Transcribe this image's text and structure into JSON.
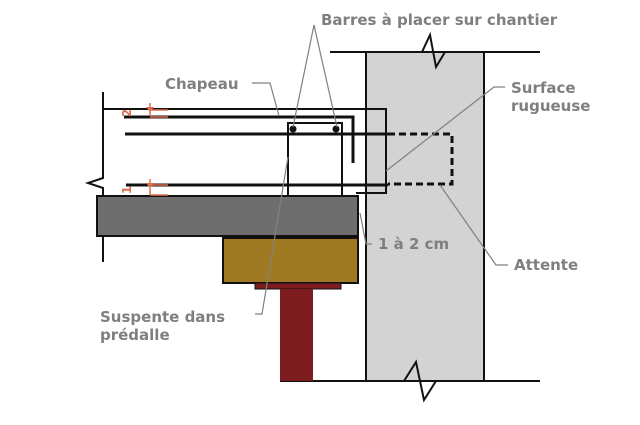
{
  "labels": {
    "barres": "Barres à placer sur chantier",
    "chapeau": "Chapeau",
    "surface_line1": "Surface",
    "surface_line2": "rugueuse",
    "gap": "1 à 2 cm",
    "attente": "Attente",
    "suspente_line1": "Suspente dans",
    "suspente_line2": "prédalle"
  },
  "markers": {
    "top": "2",
    "bottom": "1"
  },
  "colors": {
    "wall": "#d3d3d3",
    "predalle": "#6e6e6e",
    "beam": "#a07a22",
    "post": "#7d1c1f",
    "label": "#7f7f7f",
    "marker": "#e07050"
  }
}
